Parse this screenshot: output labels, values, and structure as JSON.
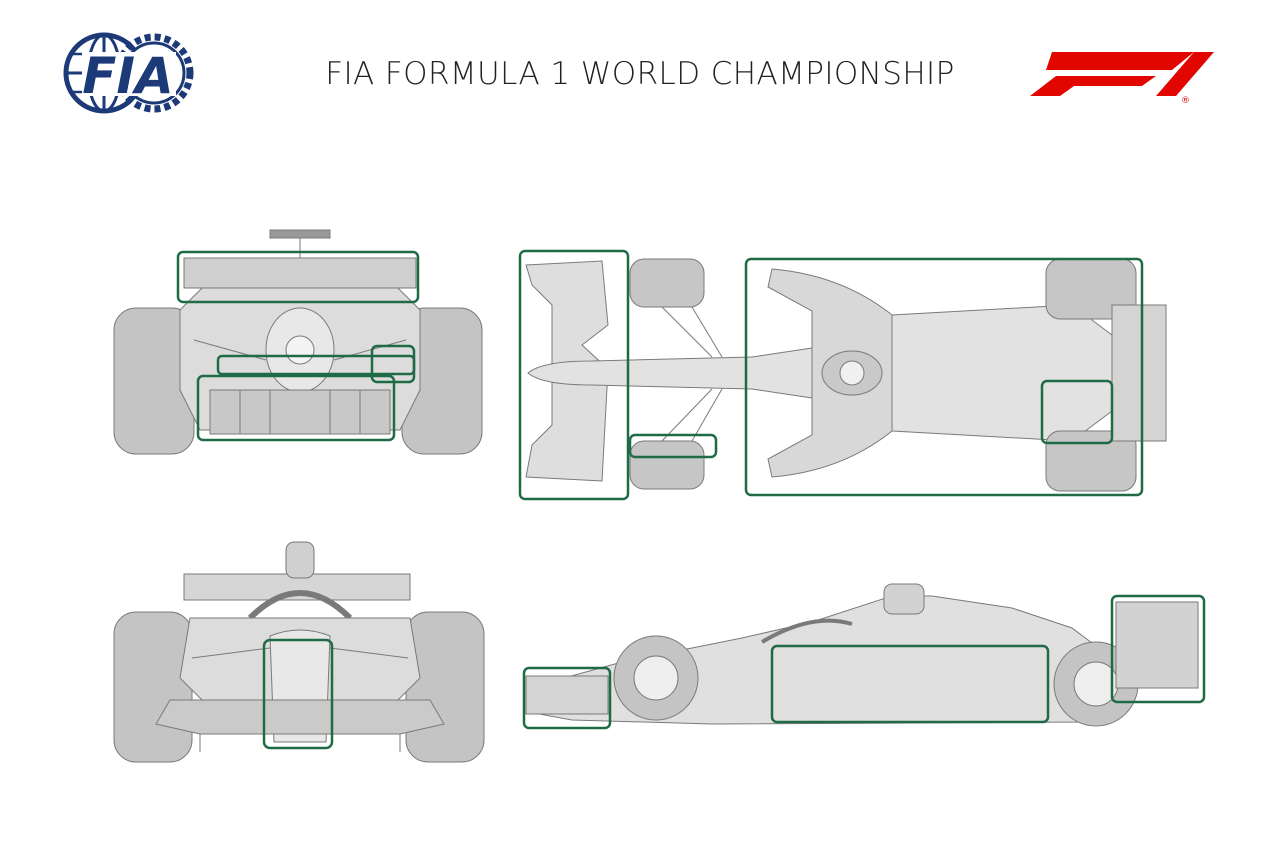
{
  "header": {
    "title": "FIA FORMULA 1 WORLD CHAMPIONSHIP",
    "fia_logo_text": "FIA",
    "f1_logo_mark": "F1",
    "registered_mark": "®"
  },
  "colors": {
    "highlight": "#1e6b46",
    "fia_blue": "#1d3a78",
    "f1_red": "#e10600",
    "line": "#7a7a7a",
    "body_fill": "#d9d9d9",
    "tire_fill": "#bdbdbd"
  },
  "views": [
    {
      "id": "rear-view",
      "highlights": [
        "rear-wing",
        "beam-wing",
        "diffuser",
        "rear-suspension-fairing"
      ]
    },
    {
      "id": "top-view",
      "highlights": [
        "front-wing",
        "front-suspension",
        "floor-sidepod",
        "rear-brake-duct"
      ]
    },
    {
      "id": "front-view",
      "highlights": [
        "nose-cone"
      ]
    },
    {
      "id": "side-view",
      "highlights": [
        "front-wing-endplate",
        "floor-body",
        "rear-wing-endplate"
      ]
    }
  ]
}
